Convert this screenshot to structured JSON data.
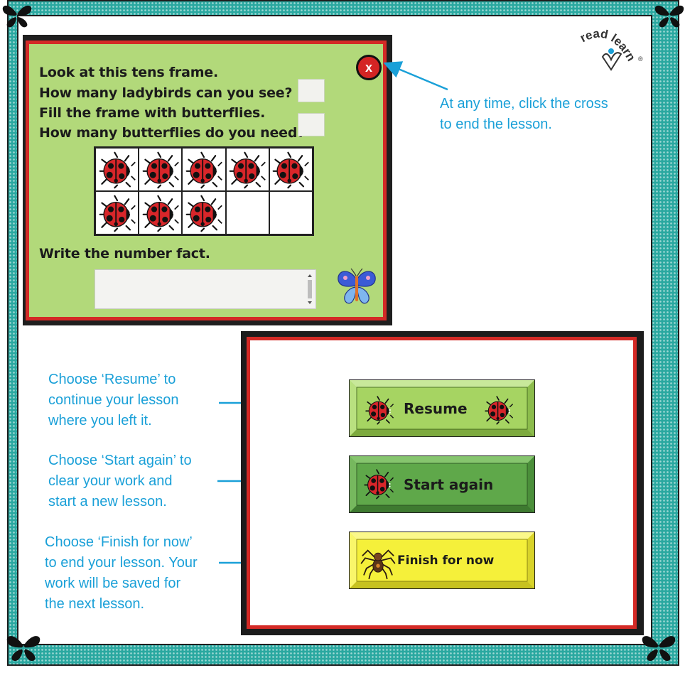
{
  "lesson": {
    "instructions": [
      "Look at this tens frame.",
      "How many ladybirds can you see?",
      "Fill the frame with butterflies.",
      "How many butterflies do you need?"
    ],
    "number_fact_label": "Write the number fact.",
    "ladybird_count": 8,
    "frame_cells": 10,
    "close_label": "x"
  },
  "callouts": {
    "cross": [
      "At any time, click the cross",
      "to end the lesson."
    ],
    "resume": [
      "Choose ‘Resume’ to",
      "continue your lesson",
      "where you left it."
    ],
    "start_again": [
      "Choose ‘Start again’ to",
      "clear your work and",
      "start a new lesson."
    ],
    "finish": [
      "Choose ‘Finish for now’",
      "to end your lesson. Your",
      "work will be saved for",
      "the next lesson."
    ]
  },
  "dialog": {
    "resume_label": "Resume",
    "start_again_label": "Start again",
    "finish_label": "Finish for now"
  },
  "logo": {
    "text": "read learn",
    "mark": "®"
  },
  "colors": {
    "panel_green": "#b2d97a",
    "border_red": "#d42a26",
    "callout_blue": "#1aa0d8",
    "resume_green": "#a6d462",
    "start_green": "#5fa84a",
    "finish_yellow": "#f5f03a",
    "frame_teal": "#2aa8a0"
  },
  "icons": [
    "ladybird-icon",
    "butterfly-icon",
    "spider-icon",
    "close-icon",
    "arrow-icon",
    "corner-butterfly-icon"
  ]
}
